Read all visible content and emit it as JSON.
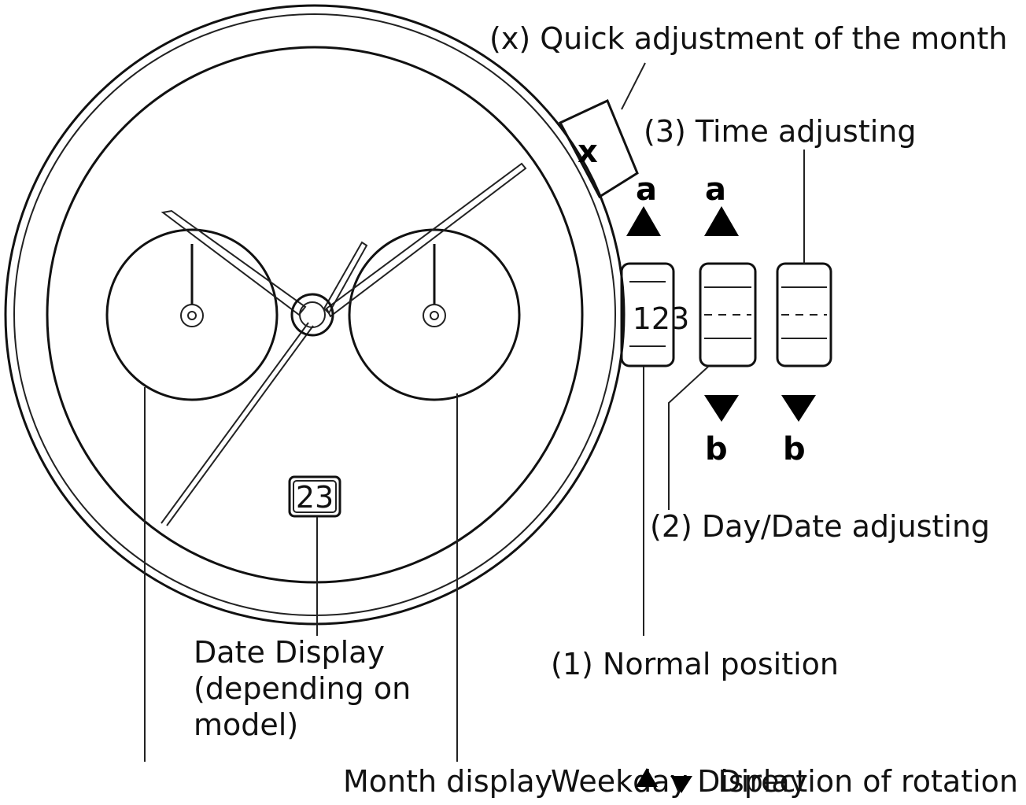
{
  "labels": {
    "quick_month": "(x) Quick adjustment of the month",
    "time_adjusting": "(3) Time adjusting",
    "day_date_adjusting": "(2) Day/Date adjusting",
    "normal_position": "(1) Normal position",
    "date_display_1": "Date Display",
    "date_display_2": "(depending on",
    "date_display_3": "model)",
    "month_display": "Month display",
    "weekday_display": "Weekday Display",
    "direction_rotation": "Direction of rotation"
  },
  "markers": {
    "x": "x",
    "a": "a",
    "b": "b",
    "crown_positions": "123",
    "date_window": "23"
  },
  "colors": {
    "ink": "#111111",
    "background": "#ffffff"
  }
}
